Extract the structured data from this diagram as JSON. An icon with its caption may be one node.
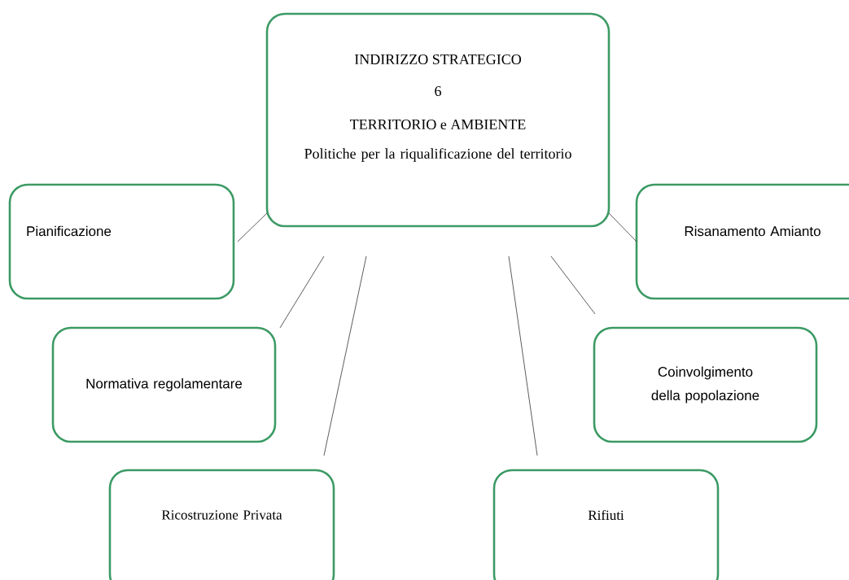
{
  "diagram": {
    "nodes": [
      {
        "text": [
          "INDIRIZZO STRATEGICO",
          "6",
          "TERRITORIO e AMBIENTE",
          "Politiche per la riqualificazione del territorio"
        ]
      },
      {
        "text": [
          "Pianificazione"
        ]
      },
      {
        "text": [
          "Normativa regolamentare"
        ]
      },
      {
        "text": [
          "Ricostruzione Privata"
        ]
      },
      {
        "text": [
          "Risanamento Amianto"
        ]
      },
      {
        "text": [
          "Coinvolgimento della popolazione"
        ]
      },
      {
        "text": [
          "Rifiuti"
        ]
      }
    ],
    "edges": [
      {
        "from": 0,
        "to": 1,
        "arrow": "none"
      },
      {
        "from": 0,
        "to": 2,
        "arrow": "none"
      },
      {
        "from": 0,
        "to": 3,
        "arrow": "none"
      },
      {
        "from": 0,
        "to": 4,
        "arrow": "none"
      },
      {
        "from": 0,
        "to": 5,
        "arrow": "none"
      },
      {
        "from": 0,
        "to": 6,
        "arrow": "none"
      }
    ]
  }
}
